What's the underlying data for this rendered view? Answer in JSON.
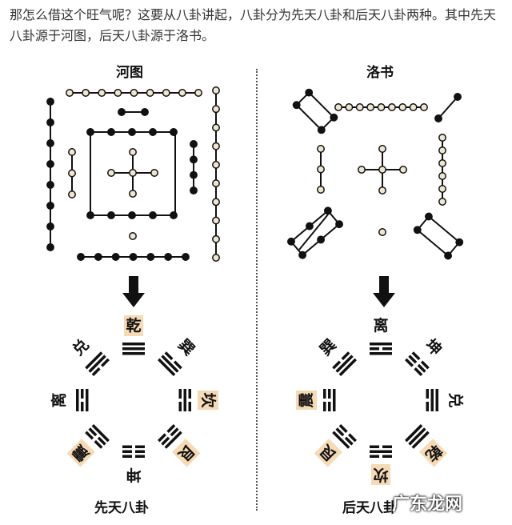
{
  "intro_text": "那怎么借这个旺气呢？这要从八卦讲起，八卦分为先天八卦和后天八卦两种。其中先天八卦源于河图，后天八卦源于洛书。",
  "hetu_title": "河图",
  "luoshu_title": "洛书",
  "xiantian_label": "先天八卦",
  "houtian_label": "后天八卦",
  "watermark_text": "广东龙网",
  "colors": {
    "ink": "#111111",
    "light_dot": "#efe6cf",
    "highlight": "#f6d9b5"
  },
  "icons": [
    "down-arrow-icon"
  ],
  "xiantian_trigrams": [
    {
      "name": "乾",
      "lines": [
        1,
        1,
        1
      ],
      "highlight": true
    },
    {
      "name": "巽",
      "lines": [
        0,
        1,
        1
      ],
      "highlight": false
    },
    {
      "name": "坎",
      "lines": [
        0,
        1,
        0
      ],
      "highlight": true
    },
    {
      "name": "艮",
      "lines": [
        1,
        0,
        0
      ],
      "highlight": true
    },
    {
      "name": "坤",
      "lines": [
        0,
        0,
        0
      ],
      "highlight": false
    },
    {
      "name": "震",
      "lines": [
        0,
        0,
        1
      ],
      "highlight": true
    },
    {
      "name": "离",
      "lines": [
        1,
        0,
        1
      ],
      "highlight": false
    },
    {
      "name": "兑",
      "lines": [
        1,
        1,
        0
      ],
      "highlight": false
    }
  ],
  "houtian_trigrams": [
    {
      "name": "离",
      "lines": [
        1,
        0,
        1
      ],
      "highlight": false
    },
    {
      "name": "坤",
      "lines": [
        0,
        0,
        0
      ],
      "highlight": false
    },
    {
      "name": "兑",
      "lines": [
        1,
        1,
        0
      ],
      "highlight": false
    },
    {
      "name": "乾",
      "lines": [
        1,
        1,
        1
      ],
      "highlight": true
    },
    {
      "name": "坎",
      "lines": [
        0,
        1,
        0
      ],
      "highlight": true
    },
    {
      "name": "艮",
      "lines": [
        1,
        0,
        0
      ],
      "highlight": true
    },
    {
      "name": "震",
      "lines": [
        0,
        0,
        1
      ],
      "highlight": true
    },
    {
      "name": "巽",
      "lines": [
        0,
        1,
        1
      ],
      "highlight": false
    }
  ]
}
